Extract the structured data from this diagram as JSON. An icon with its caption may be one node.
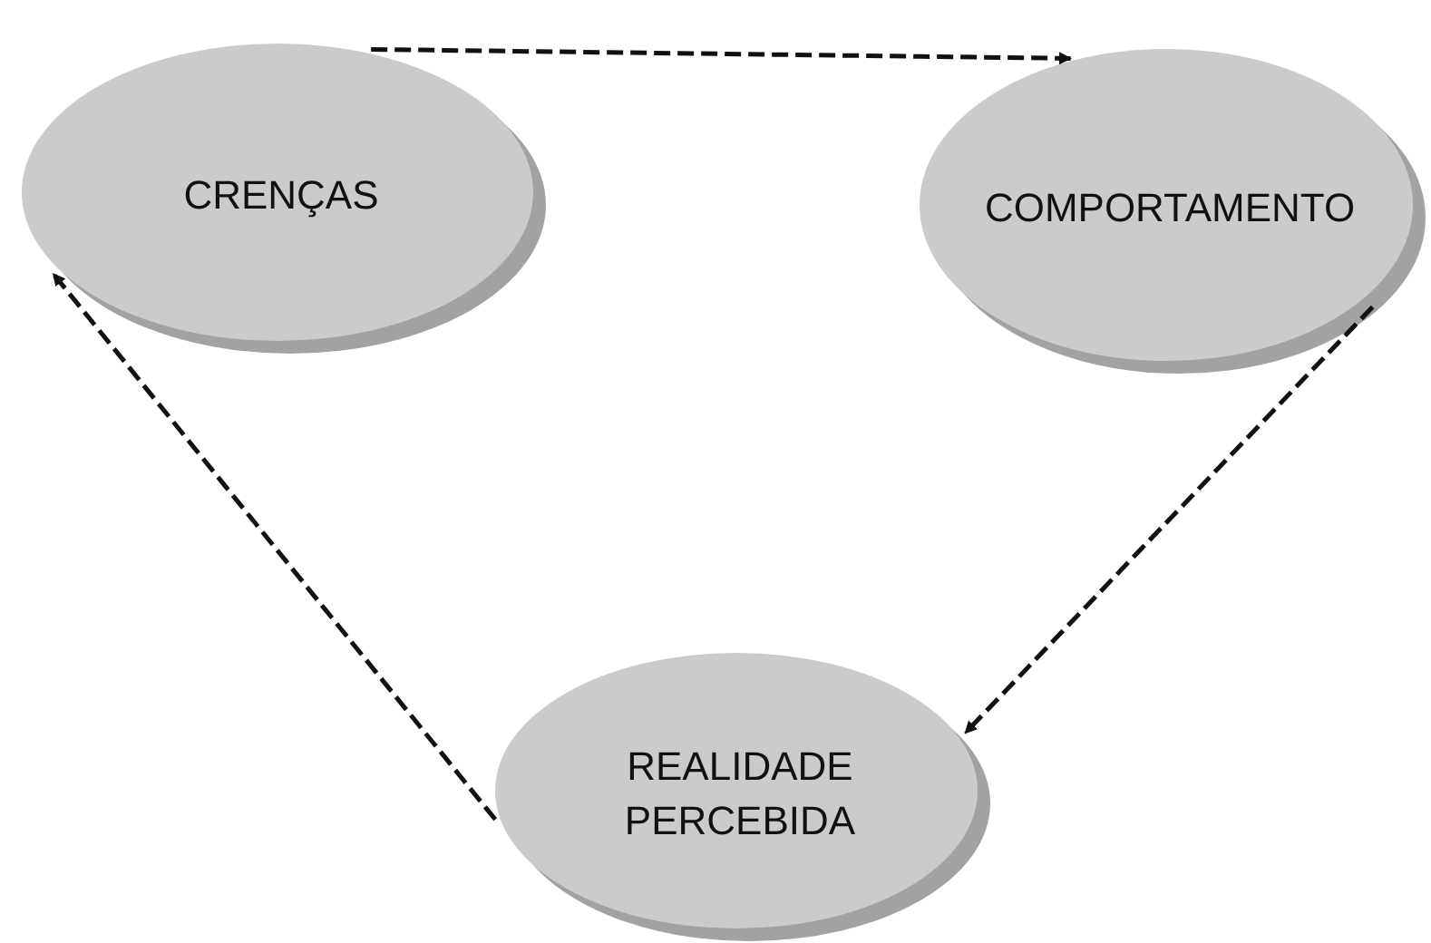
{
  "diagram": {
    "nodes": [
      {
        "text": [
          "CRENÇAS"
        ]
      },
      {
        "text": [
          "COMPORTAMENTO"
        ]
      },
      {
        "text": [
          "REALIDADE PERCEBIDA"
        ]
      }
    ],
    "edges": [
      {
        "from": 0,
        "to": 1,
        "arrow": "to",
        "style": "dashed"
      },
      {
        "from": 1,
        "to": 2,
        "arrow": "to",
        "style": "dashed"
      },
      {
        "from": 2,
        "to": 0,
        "arrow": "to",
        "style": "dashed"
      }
    ]
  }
}
